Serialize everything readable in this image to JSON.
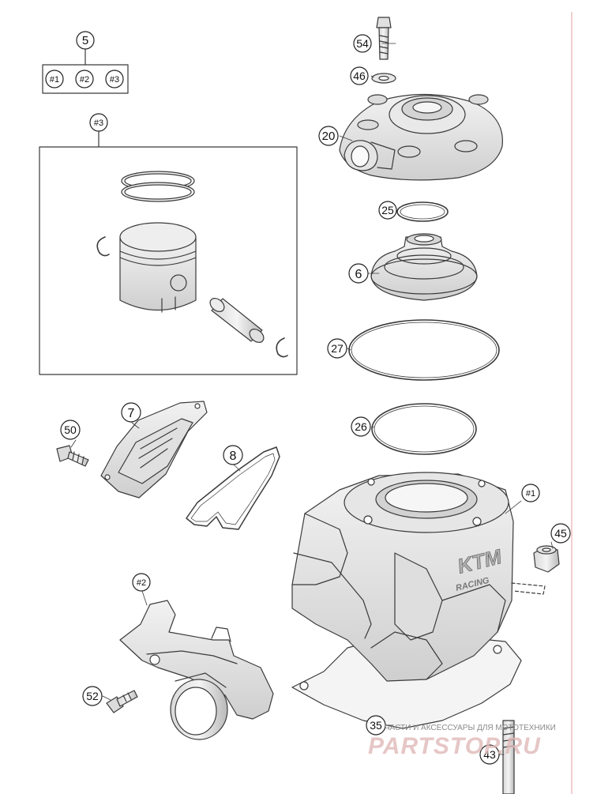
{
  "callouts": {
    "c5": "5",
    "c1": "#1",
    "c2": "#2",
    "c3": "#3",
    "c3b": "#3",
    "c54": "54",
    "c46": "46",
    "c20": "20",
    "c25": "25",
    "c6": "6",
    "c27": "27",
    "c26": "26",
    "c50": "50",
    "c7": "7",
    "c8": "8",
    "c1b": "#1",
    "c45": "45",
    "c2b": "#2",
    "c52": "52",
    "c35": "35",
    "c43": "43"
  },
  "cylinder_logo": "KTM",
  "cylinder_logo_sub": "RACING",
  "watermark": {
    "tagline": "ЧАСТИ И АКСЕССУАРЫ ДЛЯ МОТОТЕХНИКИ",
    "brand": "PARTSTOP.RU"
  },
  "colors": {
    "line": "#3a3a3a",
    "part_fill": "#e7e7e7",
    "part_dark": "#bdbdbd",
    "margin_rule": "#e8a0a0",
    "watermark_tagline": "#8a8a8a",
    "watermark_brand": "#e0b8b8"
  }
}
